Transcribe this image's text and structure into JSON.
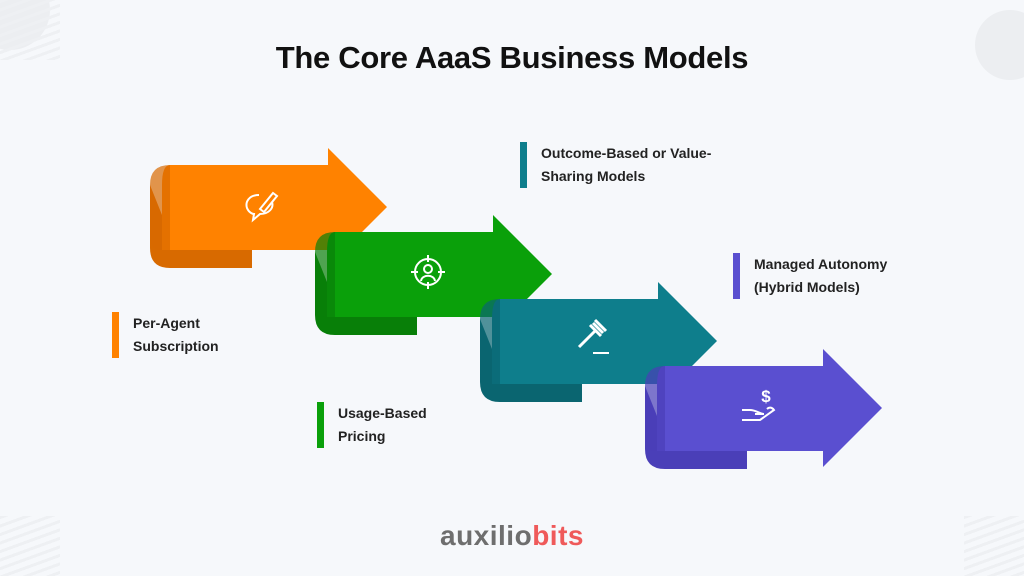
{
  "title": "The Core AaaS Business Models",
  "steps": [
    {
      "label": "Per-Agent Subscription",
      "line1": "Per-Agent",
      "line2": "Subscription",
      "icon": "chat-pencil-icon",
      "color": "#ff8200",
      "shade": "#d86a00"
    },
    {
      "label": "Usage-Based Pricing",
      "line1": "Usage-Based",
      "line2": "Pricing",
      "icon": "target-user-icon",
      "color": "#0aa00a",
      "shade": "#087f08"
    },
    {
      "label": "Outcome-Based or Value-Sharing Models",
      "line1": "Outcome-Based or Value-",
      "line2": "Sharing Models",
      "icon": "gavel-icon",
      "color": "#0e7e8c",
      "shade": "#0a6570"
    },
    {
      "label": "Managed Autonomy (Hybrid Models)",
      "line1": "Managed Autonomy",
      "line2": "(Hybrid Models)",
      "icon": "hand-dollar-icon",
      "color": "#5a4fd0",
      "shade": "#4a3fb8"
    }
  ],
  "logo": {
    "part1": "auxilio",
    "part2": "bits"
  }
}
